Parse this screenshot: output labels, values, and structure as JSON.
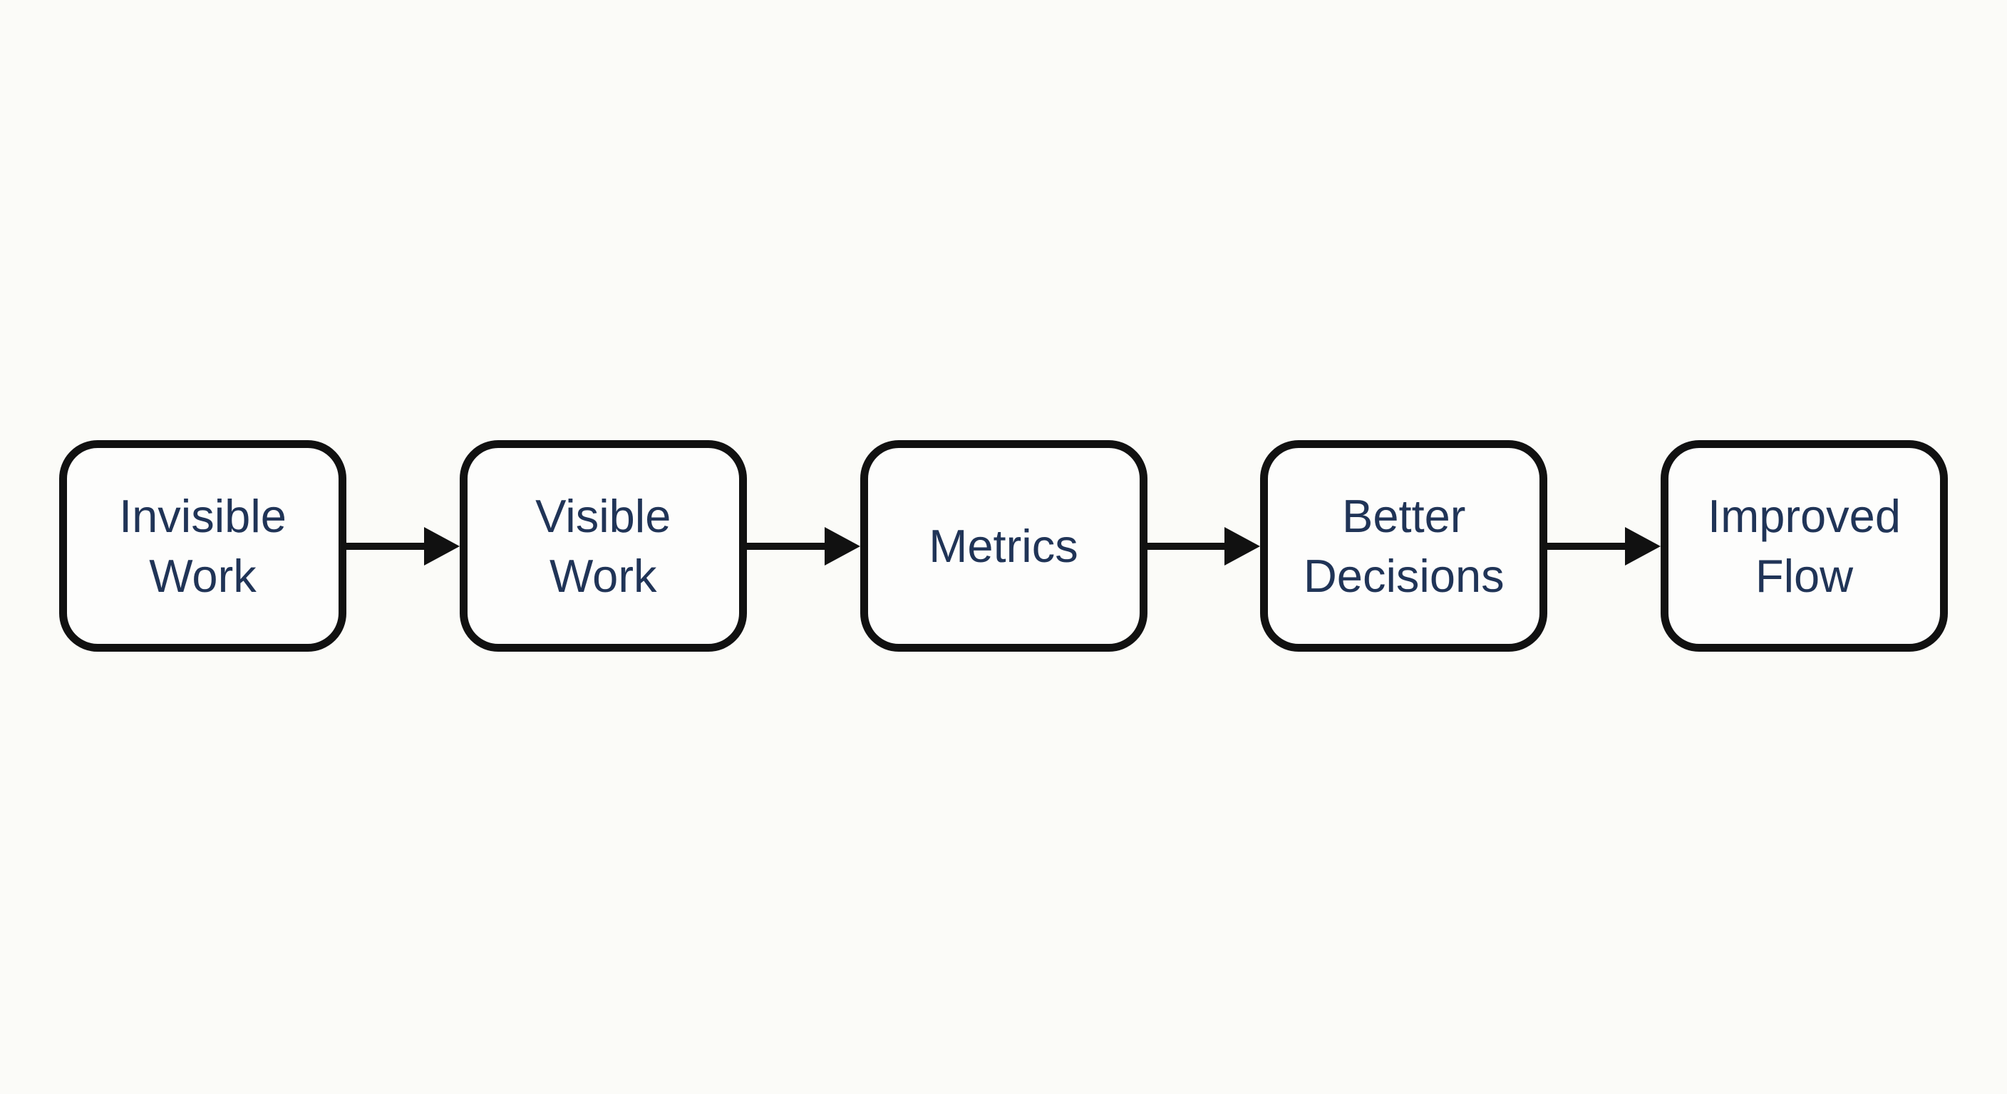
{
  "diagram": {
    "type": "flowchart",
    "direction": "left-to-right",
    "colors": {
      "background": "#fbfbf8",
      "node_fill": "#fdfdfc",
      "node_border": "#111111",
      "text": "#203457",
      "arrow": "#111111"
    },
    "nodes": [
      {
        "id": "invisible-work",
        "label": "Invisible Work"
      },
      {
        "id": "visible-work",
        "label": "Visible Work"
      },
      {
        "id": "metrics",
        "label": "Metrics"
      },
      {
        "id": "better-decisions",
        "label": "Better Decisions"
      },
      {
        "id": "improved-flow",
        "label": "Improved Flow"
      }
    ],
    "edges": [
      {
        "from": "invisible-work",
        "to": "visible-work"
      },
      {
        "from": "visible-work",
        "to": "metrics"
      },
      {
        "from": "metrics",
        "to": "better-decisions"
      },
      {
        "from": "better-decisions",
        "to": "improved-flow"
      }
    ]
  }
}
